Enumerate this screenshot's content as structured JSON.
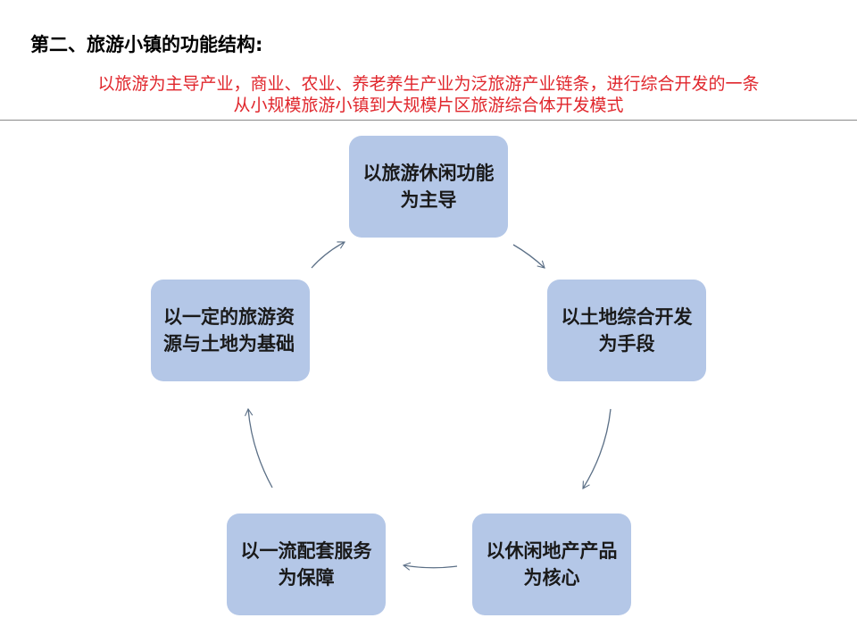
{
  "title": "第二、旅游小镇的功能结构:",
  "subtitle": {
    "line1": "以旅游为主导产业，商业、农业、养老养生产业为泛旅游产业链条，进行综合开发的一条",
    "line2": "从小规模旅游小镇到大规模片区旅游综合体开发模式"
  },
  "nodes": {
    "top": "以旅游休闲功能为主导",
    "right": "以土地综合开发为手段",
    "bottom_right": "以休闲地产产品为核心",
    "bottom_left": "以一流配套服务为保障",
    "left": "以一定的旅游资源与土地为基础"
  },
  "colors": {
    "node_fill": "#b4c7e7",
    "subtitle": "#e0262c",
    "arrow": "#5b6f86"
  }
}
